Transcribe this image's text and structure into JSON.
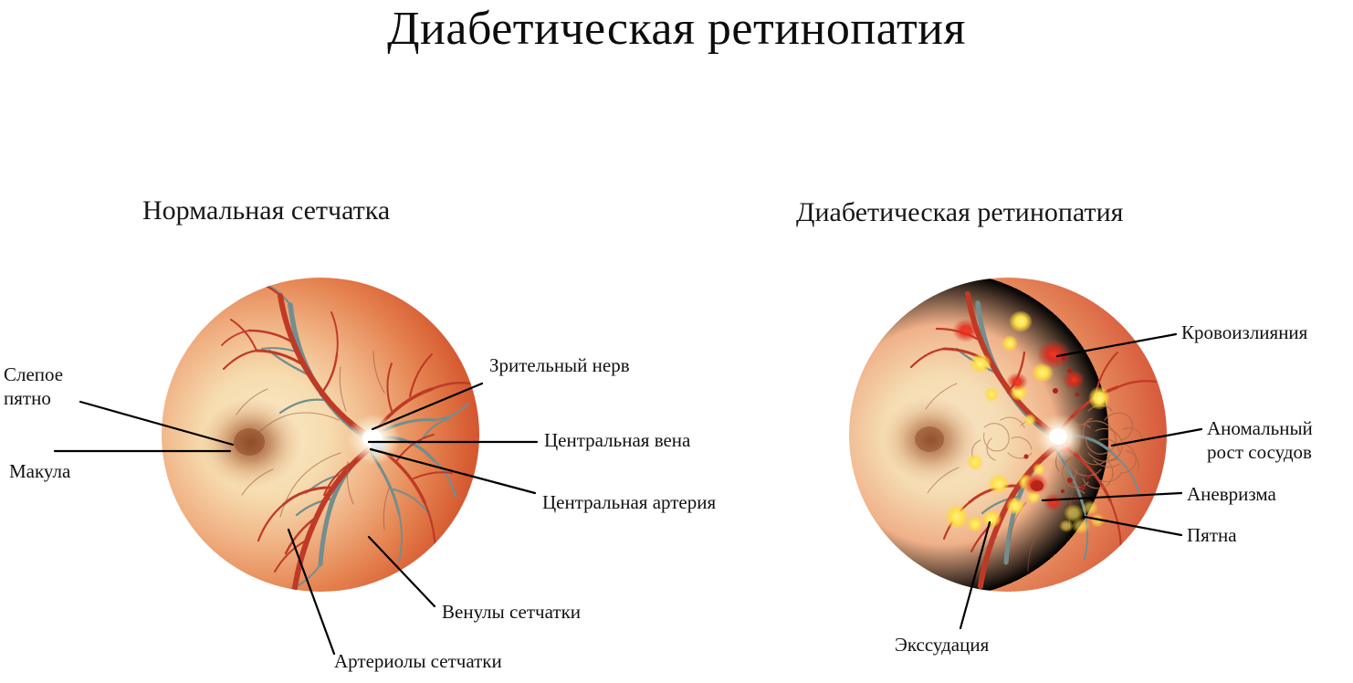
{
  "title": "Диабетическая ретинопатия",
  "panels": [
    {
      "id": "normal",
      "title": "Нормальная сетчатка",
      "labels": [
        {
          "id": "blind-spot",
          "text": "Слепое\nпятно"
        },
        {
          "id": "macula",
          "text": "Макула"
        },
        {
          "id": "optic-nerve",
          "text": "Зрительный  нерв"
        },
        {
          "id": "central-vein",
          "text": "Центральная вена"
        },
        {
          "id": "central-artery",
          "text": "Центральная артерия"
        },
        {
          "id": "venules",
          "text": "Венулы сетчатки"
        },
        {
          "id": "arterioles",
          "text": "Артериолы сетчатки"
        }
      ]
    },
    {
      "id": "diabetic",
      "title": "Диабетическая ретинопатия",
      "labels": [
        {
          "id": "hemorrhages",
          "text": "Кровоизлияния"
        },
        {
          "id": "neovascular",
          "text": "Аномальный\nрост сосудов"
        },
        {
          "id": "aneurysm",
          "text": "Аневризма"
        },
        {
          "id": "spots",
          "text": "Пятна"
        },
        {
          "id": "exudation",
          "text": "Экссудация"
        }
      ]
    }
  ],
  "colors": {
    "background": "#ffffff",
    "text": "#111111",
    "fundus_rim": "#d4552f",
    "fundus_mid": "#e8814f",
    "fundus_center": "#f7e0b4",
    "macula": "#a65a32",
    "optic_disc": "#fdf6ea",
    "artery": "#c0392b",
    "vein": "#6f8b8d",
    "exudate": "#ffe24a",
    "hemorrhage": "#e8251b",
    "leader_line": "#000000"
  }
}
